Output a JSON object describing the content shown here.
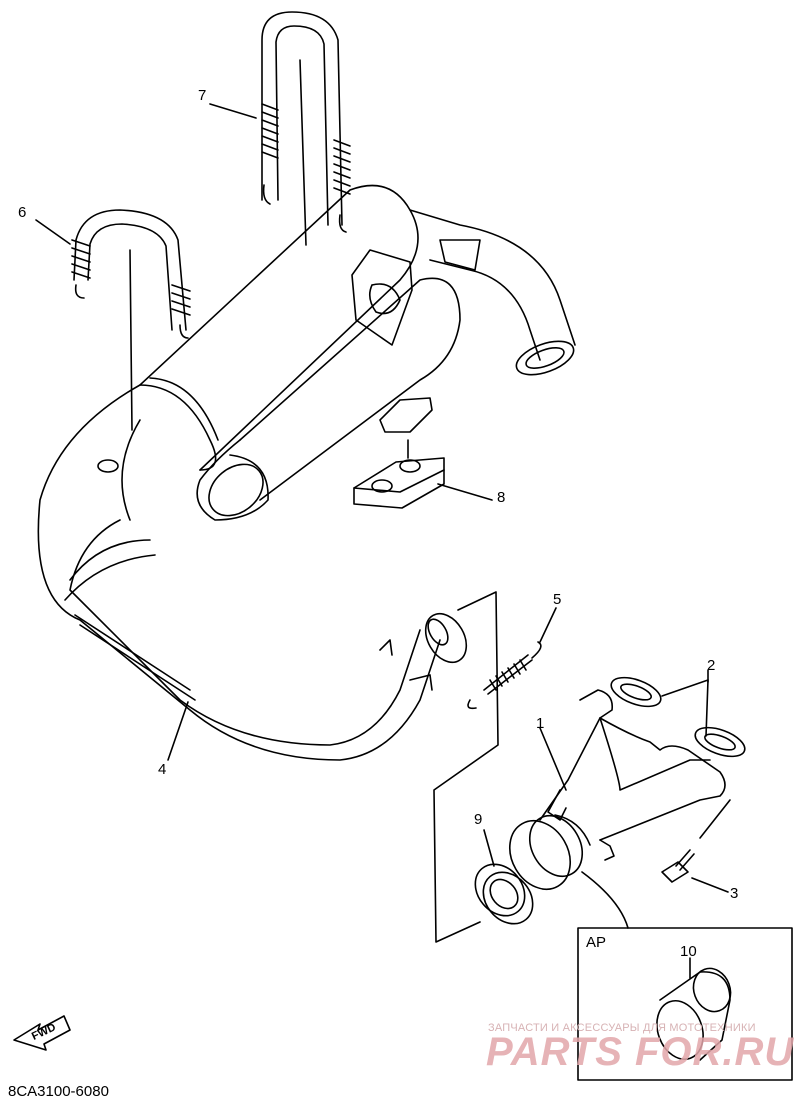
{
  "callouts": {
    "n1": "1",
    "n2": "2",
    "n3": "3",
    "n4": "4",
    "n5": "5",
    "n6": "6",
    "n7": "7",
    "n8": "8",
    "n9": "9",
    "n10": "10"
  },
  "inset_label": "AP",
  "fwd_label": "FWD",
  "diagram_code": "8CA3100-6080",
  "watermark": {
    "text": "ЗАПЧАСТИ И АКСЕССУАРЫ ДЛЯ МОТОТЕХНИКИ",
    "logo": "PARTS FOR.RU"
  }
}
